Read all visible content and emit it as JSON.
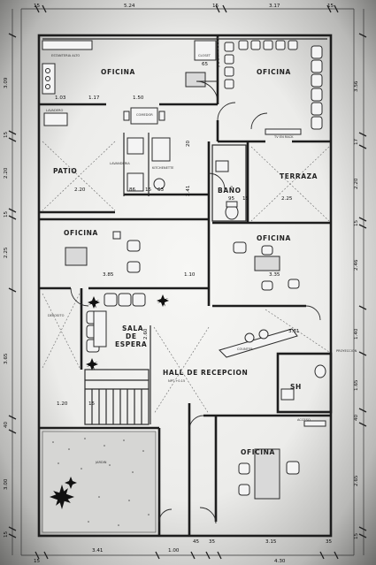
{
  "rooms": {
    "oficina_top_left": "OFICINA",
    "oficina_top_right": "OFICINA",
    "patio": "PATIO",
    "bano": "BAÑO",
    "terraza": "TERRAZA",
    "oficina_mid_left": "OFICINA",
    "oficina_mid_right": "OFICINA",
    "sala_line1": "SALA",
    "sala_line2": "DE",
    "sala_line3": "ESPERA",
    "hall": "HALL DE RECEPCION",
    "sh": "SH",
    "oficina_bottom": "OFICINA"
  },
  "small_labels": {
    "estanteria": "ESTANTERIA ALTO",
    "closet": "CLOSET",
    "lavadero": "LAVADERO",
    "comedor": "COMEDOR",
    "lavanderia": "LAVANDERIA",
    "kitchenette": "KITCHENETTE",
    "tv_rack": "TV EN RACK",
    "deposito": "DEPOSITO",
    "counter": "COUNTER",
    "jardin": "JARDIN",
    "acceso": "ACCESO",
    "proyecto": "PROYECCION",
    "npt": "NPT +0.15"
  },
  "dims_top": [
    "15",
    "5.24",
    "15",
    "3.17",
    "15"
  ],
  "dims_bottom": [
    "15",
    "3.41",
    "1.00",
    "45",
    "35",
    "3.15",
    "35"
  ],
  "dims_bottom_right": [
    "4.30"
  ],
  "dims_left": [
    "3.09",
    "15",
    "2.20",
    "15",
    "2.25",
    "3.65",
    "40",
    "3.00",
    "15"
  ],
  "dims_right": [
    "3.56",
    "17",
    "2.20",
    "15",
    "2.46",
    "1.40",
    "1.65",
    "40",
    "2.65",
    "15"
  ],
  "dims_inner": {
    "d_103": "1.03",
    "d_117": "1.17",
    "d_150": "1.50",
    "d_65": "65",
    "d_220a": "2.20",
    "d_86": "86",
    "d_15a": "15",
    "d_63": "63",
    "d_241": "2.41",
    "d_20": "20",
    "d_95": "95",
    "d_15b": "15",
    "d_225": "2.25",
    "d_385": "3.85",
    "d_110": "1.10",
    "d_335": "3.35",
    "d_260": "2.60",
    "d_361": "3.61",
    "d_120": "1.20",
    "d_15c": "15"
  }
}
